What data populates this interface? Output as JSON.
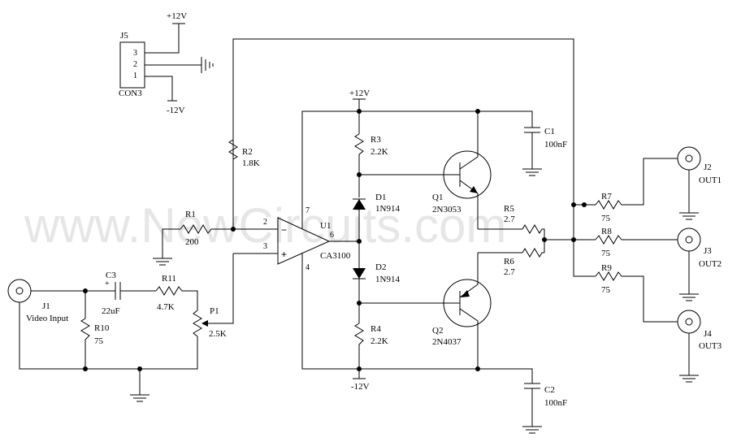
{
  "watermark": "www.NewCircuits.com",
  "power": {
    "vpos": "+12V",
    "vneg": "-12V"
  },
  "j5": {
    "ref": "J5",
    "part": "CON3",
    "pins": [
      "3",
      "2",
      "1"
    ]
  },
  "u1": {
    "ref": "U1",
    "part": "CA3100",
    "pin2": "2",
    "pin3": "3",
    "pin4": "4",
    "pin6": "6",
    "pin7": "7",
    "minus": "−",
    "plus": "+"
  },
  "r1": {
    "ref": "R1",
    "value": "200"
  },
  "r2": {
    "ref": "R2",
    "value": "1.8K"
  },
  "r3": {
    "ref": "R3",
    "value": "2.2K"
  },
  "r4": {
    "ref": "R4",
    "value": "2.2K"
  },
  "r5": {
    "ref": "R5",
    "value": "2.7"
  },
  "r6": {
    "ref": "R6",
    "value": "2.7"
  },
  "r7": {
    "ref": "R7",
    "value": "75"
  },
  "r8": {
    "ref": "R8",
    "value": "75"
  },
  "r9": {
    "ref": "R9",
    "value": "75"
  },
  "r10": {
    "ref": "R10",
    "value": "75"
  },
  "r11": {
    "ref": "R11",
    "value": "4.7K"
  },
  "p1": {
    "ref": "P1",
    "value": "2.5K"
  },
  "c1": {
    "ref": "C1",
    "value": "100nF"
  },
  "c2": {
    "ref": "C2",
    "value": "100nF"
  },
  "c3": {
    "ref": "C3",
    "value": "22uF",
    "polarity": "+"
  },
  "d1": {
    "ref": "D1",
    "part": "1N914"
  },
  "d2": {
    "ref": "D2",
    "part": "1N914"
  },
  "q1": {
    "ref": "Q1",
    "part": "2N3053"
  },
  "q2": {
    "ref": "Q2",
    "part": "2N4037"
  },
  "j1": {
    "ref": "J1",
    "name": "Video Input"
  },
  "j2": {
    "ref": "J2",
    "name": "OUT1"
  },
  "j3": {
    "ref": "J3",
    "name": "OUT2"
  },
  "j4": {
    "ref": "J4",
    "name": "OUT3"
  }
}
